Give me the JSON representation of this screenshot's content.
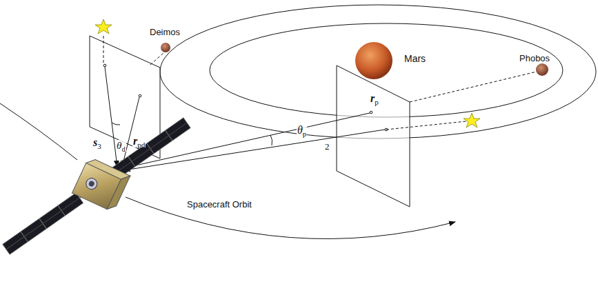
{
  "diagram": {
    "labels": [
      "Deimos",
      "Mars",
      "Phobos",
      "s3",
      "θd",
      "rpd",
      "rp",
      "θp",
      "2",
      "Spacecraft Orbit"
    ]
  }
}
